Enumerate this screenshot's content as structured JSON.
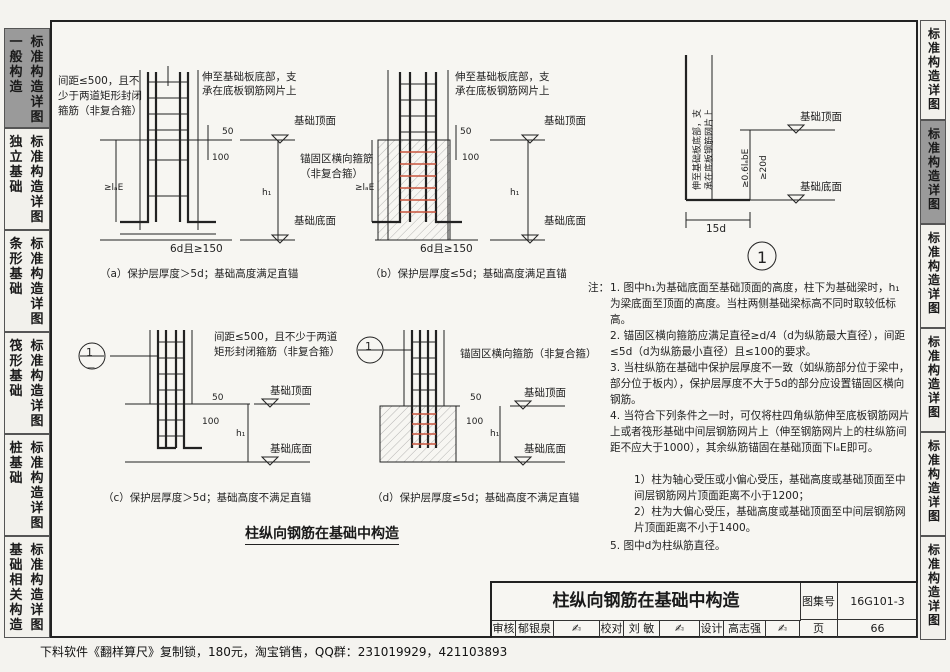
{
  "left_tabs": [
    {
      "c1": "一般构造",
      "c2": "标准构造详图",
      "active": true
    },
    {
      "c1": "独立基础",
      "c2": "标准构造详图",
      "active": false
    },
    {
      "c1": "条形基础",
      "c2": "标准构造详图",
      "active": false
    },
    {
      "c1": "筏形基础",
      "c2": "标准构造详图",
      "active": false
    },
    {
      "c1": "桩基础",
      "c2": "标准构造详图",
      "active": false
    },
    {
      "c1": "基础相关构造",
      "c2": "标准构造详图",
      "active": false
    }
  ],
  "right_tabs": [
    "标准构造详图",
    "标准构造详图",
    "标准构造详图",
    "标准构造详图",
    "标准构造详图",
    "标准构造详图"
  ],
  "diagrams": {
    "a": {
      "note_spacing": "间距≤500，且不\n少于两道矩形封闭\n箍筋（非复合箍）",
      "note_anchor": "伸至基础板底部，支\n承在底板钢筋网片上",
      "dim_50": "50",
      "dim_100": "100",
      "lae": "≥lₐE",
      "h1": "h₁",
      "top_label": "基础顶面",
      "bottom_label": "基础底面",
      "bend": "6d且≥150",
      "caption": "（a）保护层厚度＞5d；基础高度满足直锚"
    },
    "b": {
      "note_anchor": "伸至基础板底部，支\n承在底板钢筋网片上",
      "note_zone": "锚固区横向箍筋\n（非复合箍）",
      "dim_50": "50",
      "dim_100": "100",
      "lae": "≥lₐE",
      "h1": "h₁",
      "top_label": "基础顶面",
      "bottom_label": "基础底面",
      "bend": "6d且≥150",
      "caption": "（b）保护层厚度≤5d；基础高度满足直锚"
    },
    "c": {
      "note_spacing": "间距≤500，且不少于两道\n矩形封闭箍筋（非复合箍）",
      "dim_50": "50",
      "dim_100": "100",
      "h1": "h₁",
      "top_label": "基础顶面",
      "bottom_label": "基础底面",
      "circle": "1",
      "caption": "（c）保护层厚度＞5d；基础高度不满足直锚"
    },
    "d": {
      "note_zone": "锚固区横向箍筋（非复合箍）",
      "dim_50": "50",
      "dim_100": "100",
      "h1": "h₁",
      "top_label": "基础顶面",
      "bottom_label": "基础底面",
      "circle": "1",
      "caption": "（d）保护层厚度≤5d；基础高度不满足直锚"
    },
    "detail": {
      "vertical_note": "伸至基础板底部，支承在底板钢筋网片上",
      "lae": "≥0.6lₐbE",
      "min": "≥20d",
      "top_label": "基础顶面",
      "bottom_label": "基础底面",
      "bend": "15d",
      "circle": "1"
    }
  },
  "main_title": "柱纵向钢筋在基础中构造",
  "notes": {
    "lead": "注：",
    "items": [
      "1. 图中h₁为基础底面至基础顶面的高度，柱下为基础梁时，h₁为梁底面至顶面的高度。当柱两侧基础梁标高不同时取较低标高。",
      "2. 锚固区横向箍筋应满足直径≥d/4（d为纵筋最大直径），间距≤5d（d为纵筋最小直径）且≤100的要求。",
      "3. 当柱纵筋在基础中保护层厚度不一致（如纵筋部分位于梁中，部分位于板内），保护层厚度不大于5d的部分应设置锚固区横向钢筋。",
      "4. 当符合下列条件之一时，可仅将柱四角纵筋伸至底板钢筋网片上或者筏形基础中间层钢筋网片上（伸至钢筋网片上的柱纵筋间距不应大于1000），其余纵筋锚固在基础顶面下lₐE即可。"
    ],
    "subs": [
      "1）柱为轴心受压或小偏心受压，基础高度或基础顶面至中间层钢筋网片顶面距离不小于1200；",
      "2）柱为大偏心受压，基础高度或基础顶面至中间层钢筋网片顶面距离不小于1400。"
    ],
    "last": "5. 图中d为柱纵筋直径。"
  },
  "title_block": {
    "title": "柱纵向钢筋在基础中构造",
    "atlas_label": "图集号",
    "atlas_no": "16G101-3",
    "review_label": "审核",
    "reviewer": "郁银泉",
    "check_label": "校对",
    "checker": "刘 敏",
    "design_label": "设计",
    "designer": "高志强",
    "page_label": "页",
    "page": "66"
  },
  "footer": "下料软件《翻样算尺》复制锁，180元，淘宝销售，QQ群：231019929，421103893"
}
